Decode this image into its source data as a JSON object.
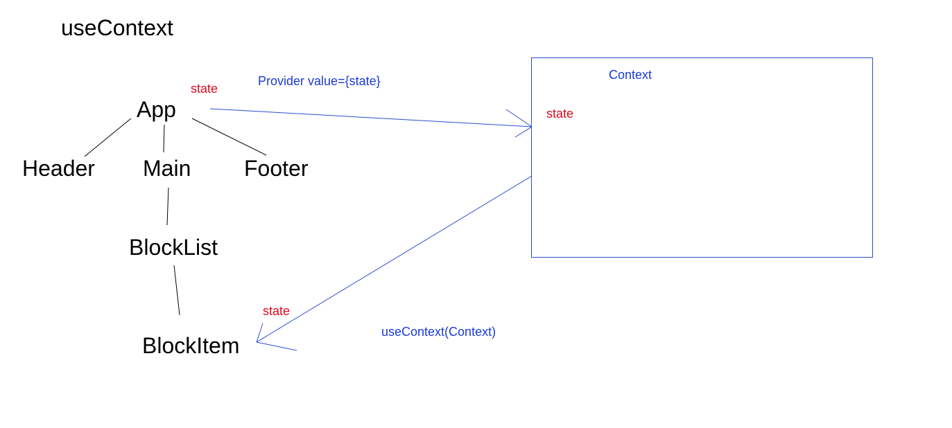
{
  "title": "useContext",
  "tree": {
    "app": "App",
    "header": "Header",
    "main": "Main",
    "footer": "Footer",
    "block_list": "BlockList",
    "block_item": "BlockItem"
  },
  "annotations": {
    "app_state": "state",
    "provider": "Provider value={state}",
    "context_title": "Context",
    "context_state": "state",
    "block_item_state": "state",
    "use_context_call": "useContext(Context)"
  },
  "colors": {
    "state": "#e0061c",
    "annotation": "#1a39d8",
    "box_border": "#2a4bd1",
    "tree_lines": "#000000",
    "text": "#000000"
  }
}
